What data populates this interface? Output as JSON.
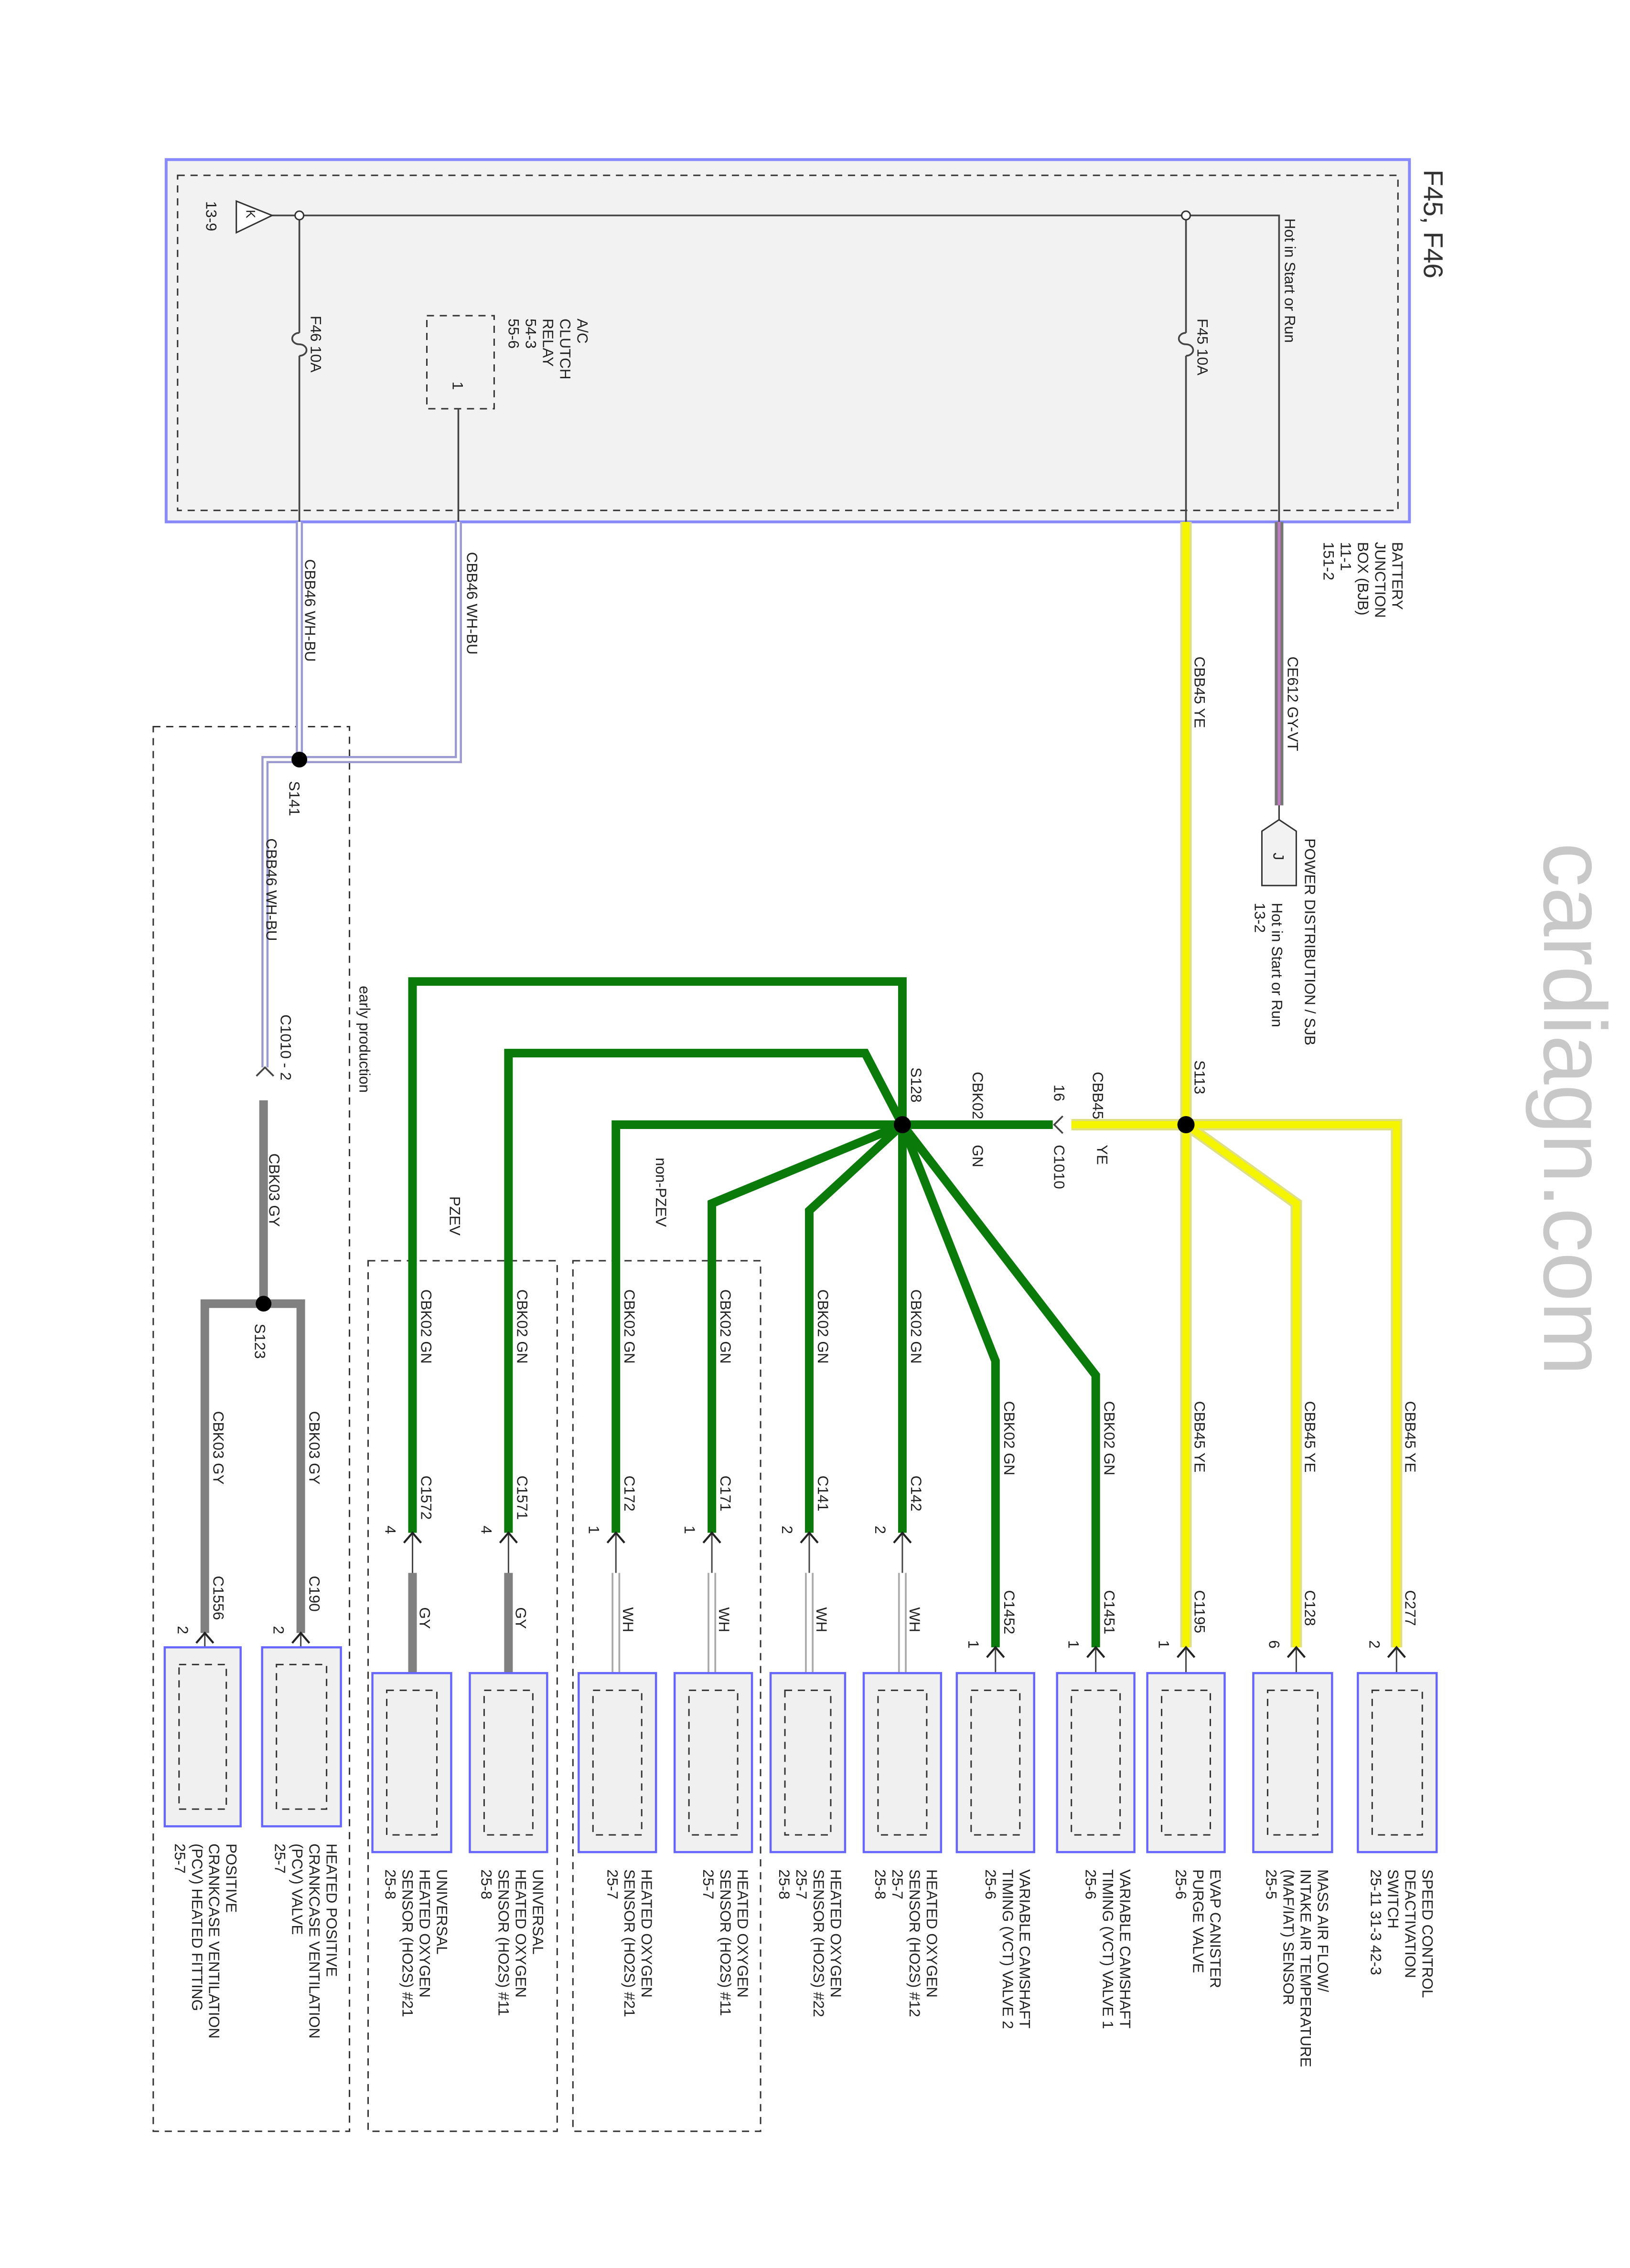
{
  "title": "F45, F46",
  "watermark": "cardiagn.com",
  "bjb": {
    "label_lines": [
      "BATTERY",
      "JUNCTION",
      "BOX (BJB)",
      "11-1",
      "151-2"
    ],
    "hot_note": "Hot in Start or Run",
    "fuse_f45": "F45   10A",
    "fuse_f46": "F46   10A",
    "relay_lines": [
      "A/C",
      "CLUTCH",
      "RELAY",
      "54-3",
      "55-6"
    ],
    "relay_pin": "1",
    "ground_symbol": "K",
    "ground_ref": "13-9"
  },
  "pdsjb": {
    "label": "POWER DISTRIBUTION / SJB",
    "hot_note": "Hot in Start or Run",
    "ref": "13-2",
    "pin": "J"
  },
  "wires": {
    "ce612": "CE612   GY-VT",
    "cbb45_main": "CBB45   YE",
    "cbb46_a": "CBB46   WH-BU",
    "cbb46_b": "CBB46   WH-BU",
    "cbb46_c": "CBB46   WH-BU",
    "cbk03_main": "CBK03   GY",
    "cbb45_h": "CBB45",
    "ye": "YE",
    "cbk02_h": "CBK02",
    "gn": "GN",
    "c1010_pin": "16",
    "c1010": "C1010",
    "c1010_2": "C1010 - 2"
  },
  "splices": {
    "s113": "S113",
    "s128": "S128",
    "s141": "S141",
    "s123": "S123"
  },
  "groups": {
    "early": "early production",
    "pzev": "PZEV",
    "nonpzev": "non-PZEV"
  },
  "colors": {
    "yellow": "#f5f500",
    "green": "#0a7a0a",
    "gray": "#808080",
    "box_border": "#6666ff",
    "box_fill": "#f0f0f0"
  },
  "components": [
    {
      "connector": "C277",
      "pin": "2",
      "wire": "CBB45   YE",
      "name_lines": [
        "SPEED CONTROL",
        "DEACTIVATION",
        "SWITCH",
        "25-11     31-3     42-3"
      ]
    },
    {
      "connector": "C128",
      "pin": "6",
      "wire": "CBB45   YE",
      "name_lines": [
        "MASS AIR FLOW/",
        "INTAKE AIR TEMPERATURE",
        "(MAF/IAT) SENSOR",
        "25-5"
      ]
    },
    {
      "connector": "C1195",
      "pin": "1",
      "wire": "CBB45   YE",
      "name_lines": [
        "EVAP CANISTER",
        "PURGE VALVE",
        "25-6"
      ]
    },
    {
      "connector": "C1451",
      "pin": "1",
      "wire": "CBK02   GN",
      "name_lines": [
        "VARIABLE CAMSHAFT",
        "TIMING (VCT) VALVE 1",
        "25-6"
      ]
    },
    {
      "connector": "C1452",
      "pin": "1",
      "wire": "CBK02   GN",
      "name_lines": [
        "VARIABLE CAMSHAFT",
        "TIMING (VCT) VALVE 2",
        "25-6"
      ]
    },
    {
      "connector": "C142",
      "pin": "2",
      "wire": "CBK02   GN",
      "stub": "WH",
      "name_lines": [
        "HEATED OXYGEN",
        "SENSOR (HO2S) #12",
        "25-7",
        "25-8"
      ]
    },
    {
      "connector": "C141",
      "pin": "2",
      "wire": "CBK02   GN",
      "stub": "WH",
      "name_lines": [
        "HEATED OXYGEN",
        "SENSOR (HO2S) #22",
        "25-7",
        "25-8"
      ]
    },
    {
      "connector": "C171",
      "pin": "1",
      "wire": "CBK02   GN",
      "stub": "WH",
      "name_lines": [
        "HEATED OXYGEN",
        "SENSOR (HO2S) #11",
        "25-7"
      ]
    },
    {
      "connector": "C172",
      "pin": "1",
      "wire": "CBK02   GN",
      "stub": "WH",
      "name_lines": [
        "HEATED OXYGEN",
        "SENSOR (HO2S) #21",
        "25-7"
      ]
    },
    {
      "connector": "C1571",
      "pin": "4",
      "wire": "CBK02   GN",
      "stub": "GY",
      "name_lines": [
        "UNIVERSAL",
        "HEATED OXYGEN",
        "SENSOR (HO2S) #11",
        "25-8"
      ]
    },
    {
      "connector": "C1572",
      "pin": "4",
      "wire": "CBK02   GN",
      "stub": "GY",
      "name_lines": [
        "UNIVERSAL",
        "HEATED OXYGEN",
        "SENSOR (HO2S) #21",
        "25-8"
      ]
    },
    {
      "connector": "C190",
      "pin": "2",
      "wire": "CBK03   GY",
      "name_lines": [
        "HEATED POSITIVE",
        "CRANKCASE VENTILATION",
        "(PCV) VALVE",
        "25-7"
      ]
    },
    {
      "connector": "C1556",
      "pin": "2",
      "wire": "CBK03   GY",
      "name_lines": [
        "POSITIVE",
        "CRANKCASE VENTILATION",
        "(PCV) HEATED FITTING",
        "25-7"
      ]
    }
  ]
}
